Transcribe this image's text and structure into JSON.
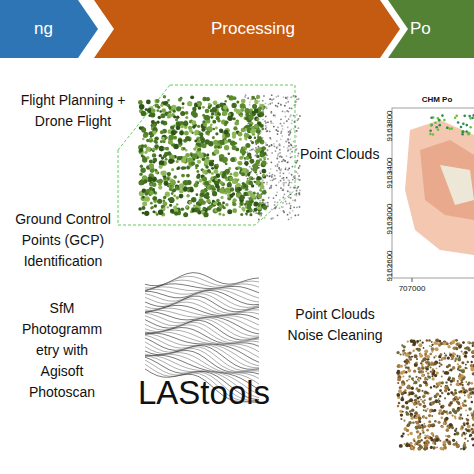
{
  "diagram": {
    "nodes": [
      {
        "text": [
          "ng"
        ]
      },
      {
        "text": [
          "Processing"
        ]
      },
      {
        "text": [
          "Po"
        ]
      }
    ],
    "labels": [
      "Flight Planning + Drone Flight",
      "Point Clouds",
      "CHM Po",
      "9163800",
      "9163400",
      "9163000",
      "9162600",
      "707000",
      "Ground Control Points (GCP) Identification",
      "Point Clouds Noise Cleaning",
      "SfM Photogramm etry with Agisoft Photoscan",
      "LAStools"
    ]
  }
}
